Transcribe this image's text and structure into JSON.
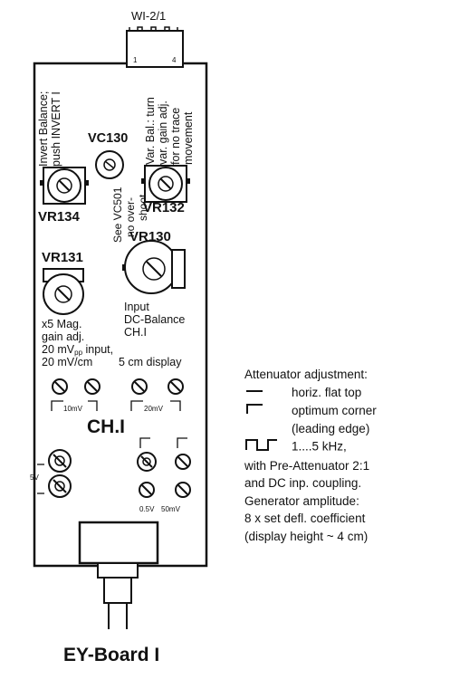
{
  "connector_label": "WI-2/1",
  "connector_pins": {
    "left": "1",
    "right": "4"
  },
  "labels": {
    "vr134": "VR134",
    "vr132": "VR132",
    "vc130": "VC130",
    "vr130": "VR130",
    "vr131": "VR131",
    "channel": "CH.I",
    "board_title": "EY-Board I"
  },
  "texts": {
    "invert_balance_1": "Invert Balance;",
    "invert_balance_2": "push INVERT I",
    "var_bal_1": "Var. Bal.: turn",
    "var_bal_2": "var. gain adj.",
    "var_bal_3": "for no trace",
    "var_bal_4": "movement",
    "see_vc501_1": "See VC501",
    "see_vc501_2": "no over-",
    "see_vc501_3": "shoot",
    "input_dc_1": "Input",
    "input_dc_2": "DC-Balance",
    "input_dc_3": "CH.I",
    "x5_1": "x5 Mag.",
    "x5_2": "gain adj.",
    "x5_3a": "20 mV",
    "x5_3sub": "pp",
    "x5_3b": " input,",
    "x5_4": "20 mV/cm",
    "five_cm": "5 cm display",
    "lbl_10mv": "10mV",
    "lbl_20mv": "20mV",
    "lbl_5v": "5V",
    "lbl_05v": "0.5V",
    "lbl_50mv": "50mV"
  },
  "attenuator_note": {
    "title": "Attenuator adjustment:",
    "flat": "horiz. flat top",
    "corner_1": "optimum corner",
    "corner_2": "(leading edge)",
    "freq": "1....5 kHz,",
    "pre_att": "with Pre-Attenuator 2:1",
    "dc_coupling": "and DC inp. coupling.",
    "gen_amp": "Generator amplitude:",
    "set_defl": "8 x set defl. coefficient",
    "disp_height": "(display height ~ 4 cm)"
  }
}
